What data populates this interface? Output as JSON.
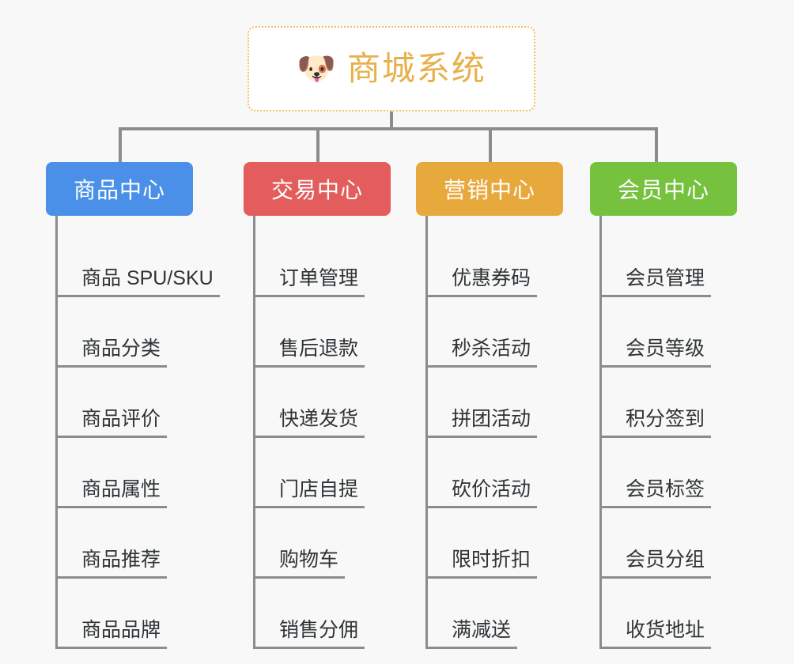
{
  "page": {
    "background": "#f8f8f8",
    "connector_color": "#8c8c8c"
  },
  "root": {
    "emoji": "🐶",
    "icon_name": "shiba-dog-emoji",
    "title": "商城系统",
    "title_color": "#e8b04b",
    "border_color": "#f0c060",
    "background": "#ffffff"
  },
  "branches": [
    {
      "label": "商品中心",
      "color": "#4a90e8",
      "items": [
        "商品 SPU/SKU",
        "商品分类",
        "商品评价",
        "商品属性",
        "商品推荐",
        "商品品牌"
      ]
    },
    {
      "label": "交易中心",
      "color": "#e35d5d",
      "items": [
        "订单管理",
        "售后退款",
        "快递发货",
        "门店自提",
        "购物车",
        "销售分佣"
      ]
    },
    {
      "label": "营销中心",
      "color": "#e8a93c",
      "items": [
        "优惠券码",
        "秒杀活动",
        "拼团活动",
        "砍价活动",
        "限时折扣",
        "满减送"
      ]
    },
    {
      "label": "会员中心",
      "color": "#76c23f",
      "items": [
        "会员管理",
        "会员等级",
        "积分签到",
        "会员标签",
        "会员分组",
        "收货地址"
      ]
    }
  ]
}
